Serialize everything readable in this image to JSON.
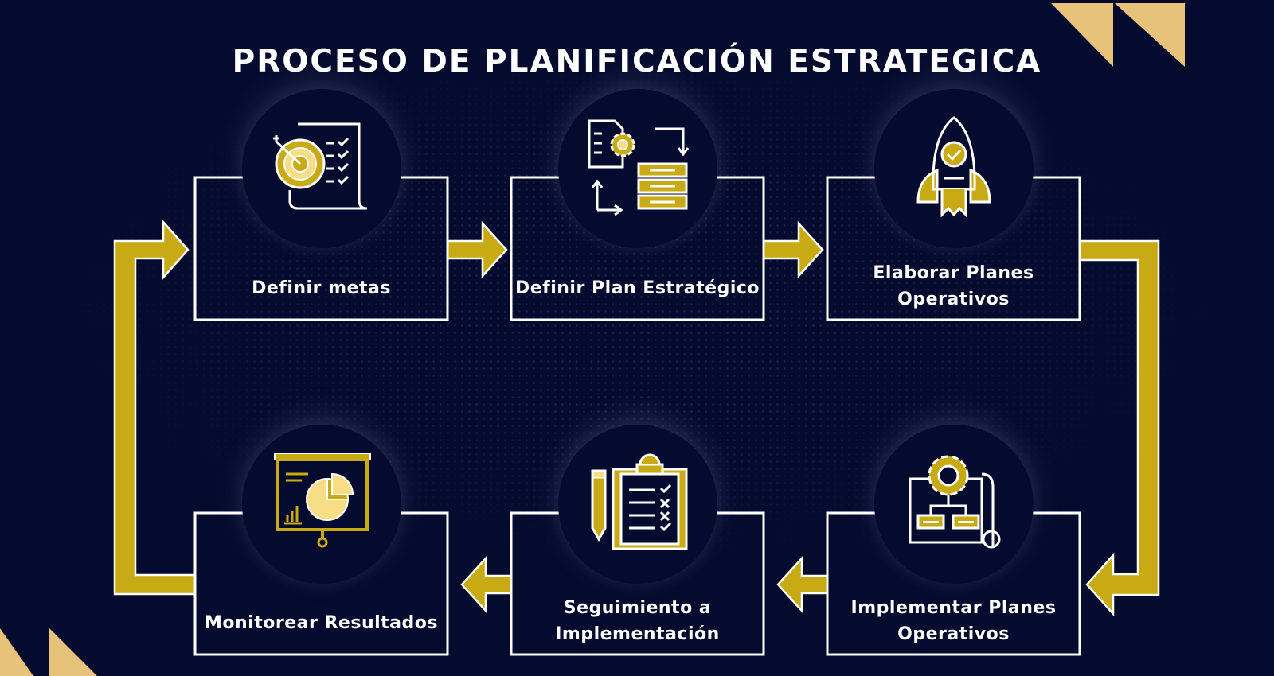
{
  "title": "PROCESO DE PLANIFICACIÓN ESTRATEGICA",
  "colors": {
    "background": "#050b2e",
    "accent": "#c7aa14",
    "outline": "#ffffff",
    "corner_gold": "#e6c27a"
  },
  "steps": [
    {
      "label": "Definir metas",
      "icon": "target-checklist-icon"
    },
    {
      "label": "Definir Plan Estratégico",
      "icon": "document-gear-flow-icon"
    },
    {
      "label": "Elaborar Planes\nOperativos",
      "icon": "rocket-check-icon"
    },
    {
      "label": "Implementar Planes\nOperativos",
      "icon": "gear-blueprint-icon"
    },
    {
      "label": "Seguimiento a\nImplementación",
      "icon": "clipboard-pencil-checklist-icon"
    },
    {
      "label": "Monitorear Resultados",
      "icon": "presentation-pie-chart-icon"
    }
  ]
}
